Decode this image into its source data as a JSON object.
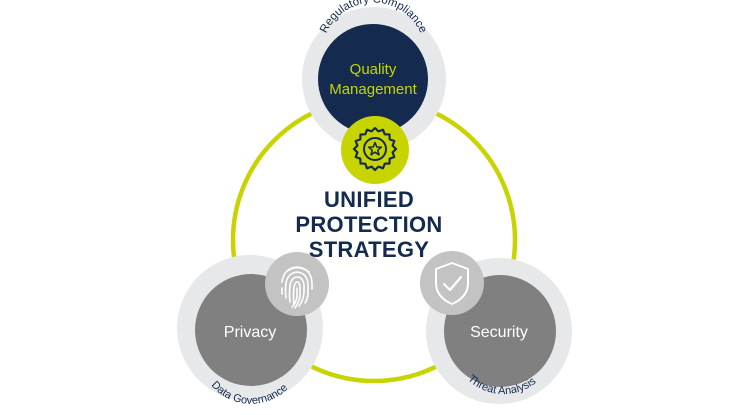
{
  "diagram": {
    "center_lines": [
      "UNIFIED",
      "PROTECTION",
      "STRATEGY"
    ],
    "nodes": {
      "top": {
        "title_line1": "Quality",
        "title_line2": "Management",
        "arc_label": "Regulatory Compliance",
        "icon": "badge-star-icon"
      },
      "left": {
        "title": "Privacy",
        "arc_label": "Data Governance",
        "icon": "fingerprint-icon"
      },
      "right": {
        "title": "Security",
        "arc_label": "Threat Analysis",
        "icon": "shield-check-icon"
      }
    },
    "colors": {
      "ring": "#c8d400",
      "navy": "#142b4f",
      "accent_text": "#c8d400",
      "halo": "#e7e8ea",
      "gray_disc": "#808080",
      "icon_disc": "#c3c3c3"
    }
  }
}
